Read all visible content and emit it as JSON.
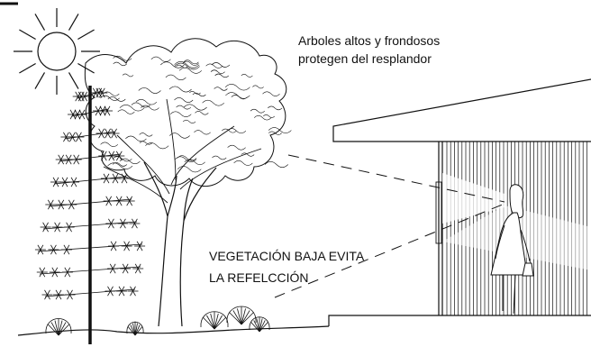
{
  "annotations": {
    "trees_line1": "Arboles altos y frondosos",
    "trees_line2": "protegen del resplandor",
    "vegetation_line1": "VEGETACIÓN BAJA EVITA",
    "vegetation_line2": "LA REFELCCIÓN"
  },
  "colors": {
    "ink": "#111111",
    "background": "#ffffff"
  },
  "elements": [
    "sun",
    "broadleaf-tree",
    "pine-tree",
    "shrubs",
    "building",
    "person",
    "sight-lines"
  ]
}
